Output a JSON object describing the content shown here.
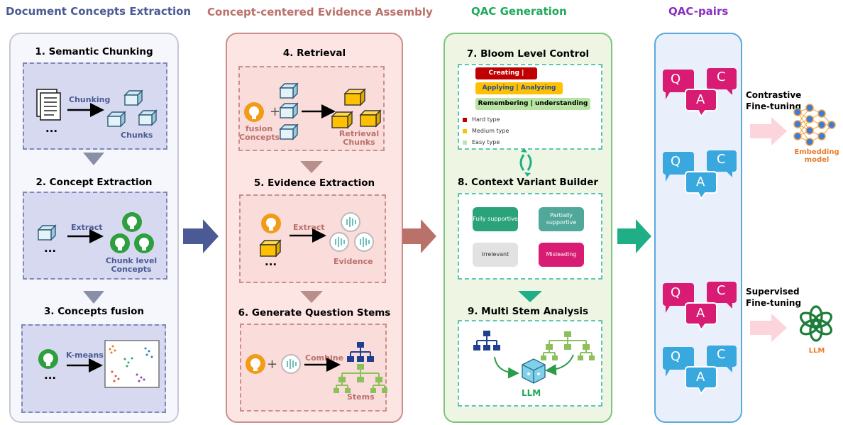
{
  "sections": {
    "extraction": "Document Concepts Extraction",
    "assembly": "Concept-centered Evidence Assembly",
    "generation": "QAC Generation",
    "pairs": "QAC-pairs"
  },
  "steps": {
    "s1": "1. Semantic Chunking",
    "s2": "2. Concept Extraction",
    "s3": "3. Concepts fusion",
    "s4": "4. Retrieval",
    "s5": "5. Evidence Extraction",
    "s6": "6. Generate Question Stems",
    "s7": "7. Bloom Level Control",
    "s8": "8. Context Variant Builder",
    "s9": "9. Multi Stem Analysis"
  },
  "labels": {
    "chunking": "Chunking",
    "chunks": "Chunks",
    "extract": "Extract",
    "chunk_level_concepts": "Chunk level Concepts",
    "kmeans": "K-means",
    "fusion_concepts": "fusion Concepts",
    "retrieval_chunks": "Retrieval Chunks",
    "evidence": "Evidence",
    "combine": "Combine",
    "stems": "Stems",
    "llm": "LLM",
    "ellipsis": "..."
  },
  "bloom": {
    "high": "Creating | Evaluating",
    "medium": "Applying | Analyzing",
    "low": "Remembering | understanding",
    "legend": [
      "Hard type",
      "Medium type",
      "Easy type"
    ]
  },
  "context_variants": [
    "Fully supportive",
    "Partially supportive",
    "Irrelevant",
    "Misleading"
  ],
  "qac_letters": [
    "Q",
    "A",
    "C"
  ],
  "finetune": {
    "contrastive": "Contrastive Fine-tuning",
    "supervised": "Supervised Fine-tuning",
    "embedding_model": "Embedding model",
    "llm": "LLM"
  },
  "colors": {
    "extraction": "#4b5a94",
    "assembly": "#b9716a",
    "generation": "#1fa85a",
    "pairs": "#8a2fbd",
    "magenta": "#d81b73",
    "blue": "#39a8df",
    "hard": "#c00000",
    "medium": "#ffc000",
    "easy": "#c6e0b4"
  }
}
